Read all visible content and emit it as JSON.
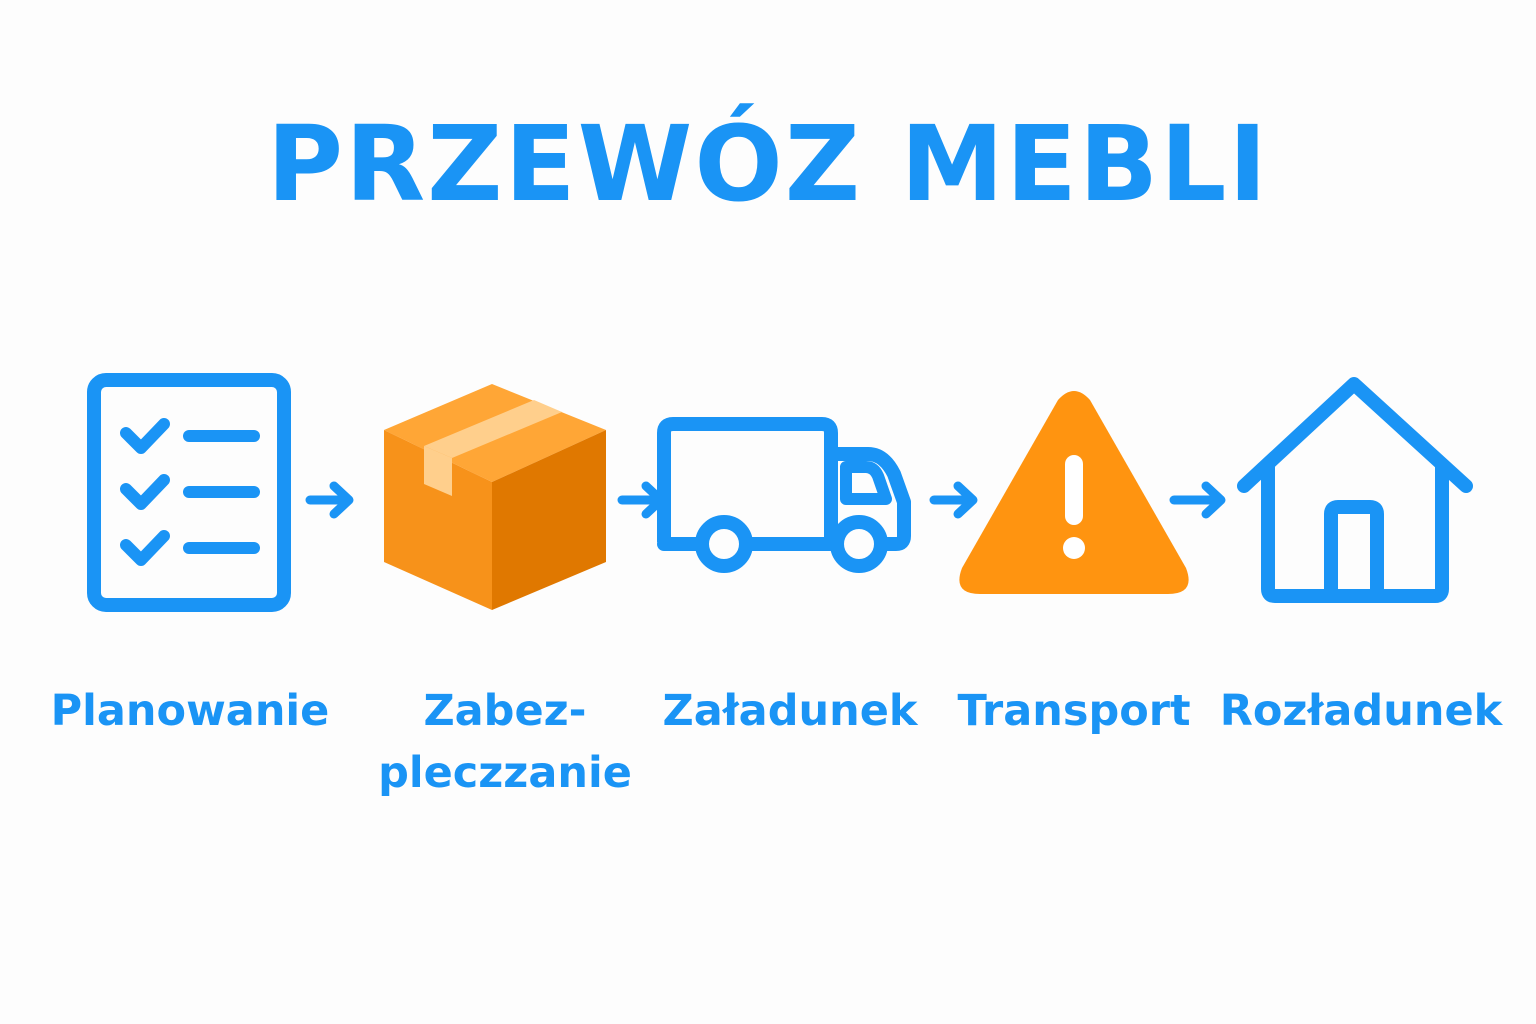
{
  "title": "PRZEWÓZ MEBLI",
  "colors": {
    "primary": "#1a94f5",
    "accent_orange": "#ff9410",
    "box_top": "#ffa636",
    "box_front": "#f7921a",
    "box_side": "#e07800",
    "tape": "#ffcf8c",
    "background": "#fdfdfd"
  },
  "steps": [
    {
      "label": "Planowanie",
      "icon": "checklist-icon"
    },
    {
      "label_line1": "Zabez-",
      "label_line2": "pleczzanie",
      "icon": "box-icon"
    },
    {
      "label": "Załadunek",
      "icon": "truck-icon"
    },
    {
      "label": "Transport",
      "icon": "warning-icon"
    },
    {
      "label": "Rozładunek",
      "icon": "house-icon"
    }
  ],
  "connector_icon": "arrow-right-icon"
}
